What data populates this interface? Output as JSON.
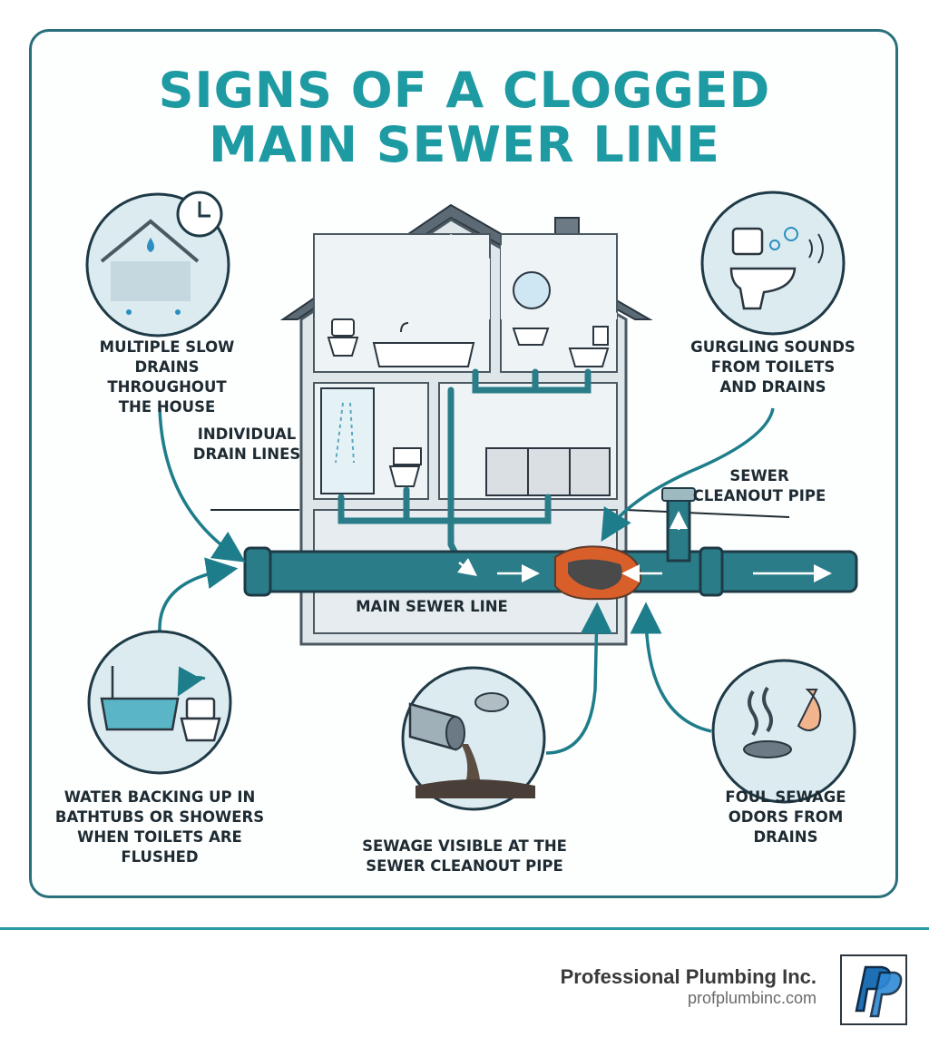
{
  "title": {
    "line1": "SIGNS OF A CLOGGED",
    "line2": "MAIN SEWER LINE"
  },
  "labels": {
    "slow_drains": "MULTIPLE SLOW\nDRAINS THROUGHOUT\nTHE HOUSE",
    "individual_drain_lines": "INDIVIDUAL\nDRAIN LINES",
    "gurgling": "GURGLING SOUNDS\nFROM TOILETS\nAND DRAINS",
    "sewer_cleanout_pipe": "SEWER\nCLEANOUT PIPE",
    "main_sewer_line": "MAIN SEWER LINE",
    "water_backing_up": "WATER BACKING UP IN\nBATHTUBS OR SHOWERS\nWHEN TOILETS ARE FLUSHED",
    "sewage_visible": "SEWAGE VISIBLE AT THE\nSEWER CLEANOUT PIPE",
    "foul_odors": "FOUL SEWAGE\nODORS FROM DRAINS"
  },
  "footer": {
    "company": "Professional Plumbing Inc.",
    "website": "profplumbinc.com"
  },
  "colors": {
    "title": "#1e9aa3",
    "pipe": "#2a7d88",
    "outline": "#1e3a46",
    "house_wall": "#eef2f4",
    "clog": "#e07a3a"
  },
  "icons": [
    "house-slow-drain-icon",
    "clock-icon",
    "toilet-gurgle-icon",
    "bathtub-backup-icon",
    "cleanout-sewage-icon",
    "nose-odor-icon",
    "company-logo-icon"
  ]
}
